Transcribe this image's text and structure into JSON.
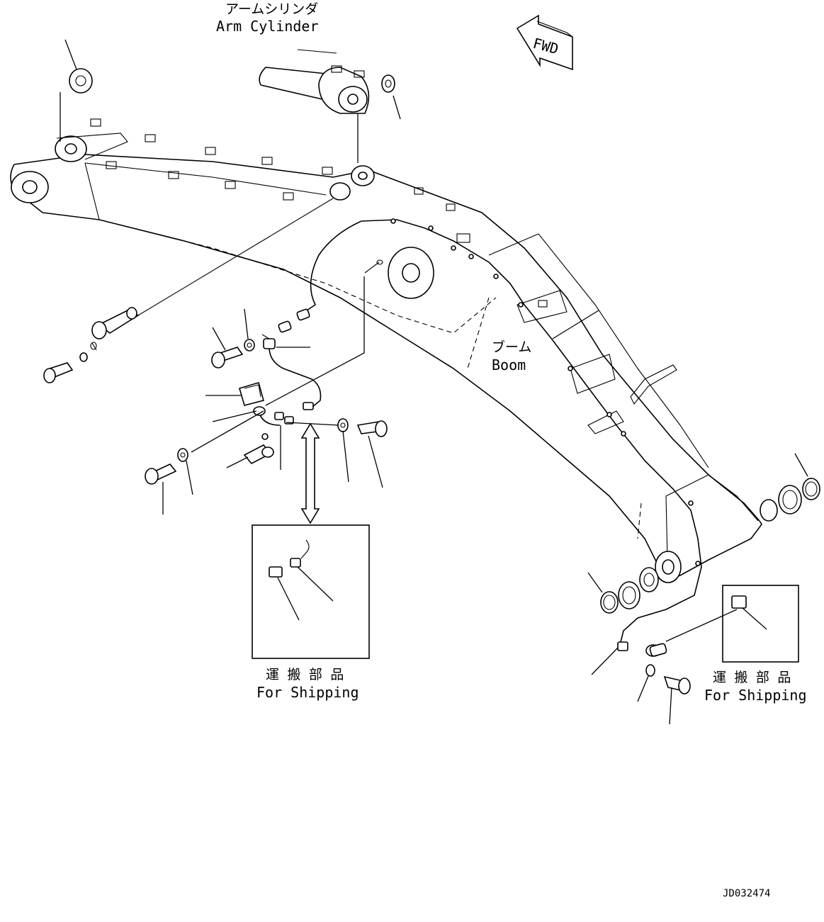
{
  "labels": {
    "arm_cylinder_jp": "アームシリンダ",
    "arm_cylinder_en": "Arm Cylinder",
    "fwd": "FWD",
    "boom_jp": "ブーム",
    "boom_en": "Boom",
    "shipping_left_jp": "運 搬 部 品",
    "shipping_left_en": "For Shipping",
    "shipping_right_jp": "運 搬 部 品",
    "shipping_right_en": "For Shipping",
    "drawing_id": "JD032474"
  }
}
